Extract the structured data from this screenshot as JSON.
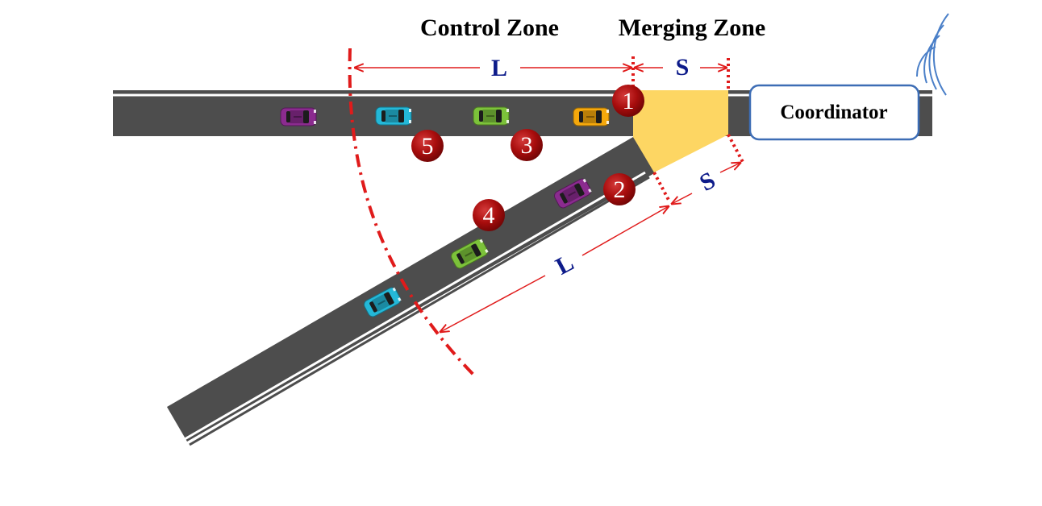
{
  "titles": {
    "control_zone": "Control Zone",
    "merging_zone": "Merging Zone"
  },
  "dimensions": {
    "main_L": "L",
    "main_S": "S",
    "ramp_L": "L",
    "ramp_S": "S"
  },
  "coordinator": {
    "label": "Coordinator",
    "icon": "wireless-signal-icon"
  },
  "vehicles": [
    {
      "id": "1",
      "road": "main",
      "color": "#f5a80c"
    },
    {
      "id": "2",
      "road": "ramp",
      "color": "#8b2b8f"
    },
    {
      "id": "3",
      "road": "main",
      "color": "#7cc23a"
    },
    {
      "id": "4",
      "road": "ramp",
      "color": "#7cc23a"
    },
    {
      "id": "5",
      "road": "main",
      "color": "#24b8d8"
    }
  ],
  "unnumbered_vehicles": [
    {
      "road": "main",
      "color": "#8b2b8f"
    },
    {
      "road": "ramp",
      "color": "#24b8d8"
    }
  ],
  "colors": {
    "road": "#4d4d4d",
    "merging_zone": "#fdd663",
    "boundary": "#e01b1b",
    "badge": "#a80d0d",
    "dimension_text": "#0d1b8a",
    "coordinator_border": "#3d6db5",
    "signal": "#4a7fc8"
  }
}
